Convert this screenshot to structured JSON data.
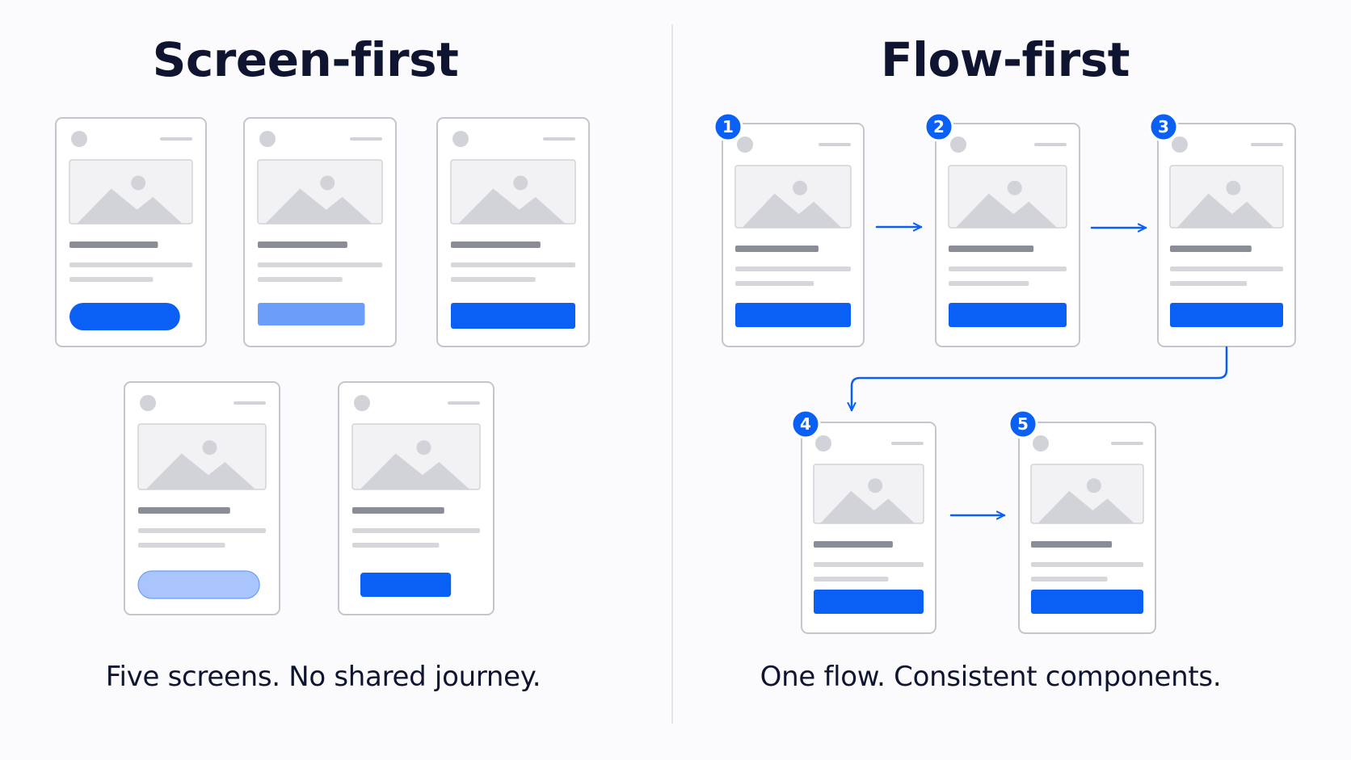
{
  "screen_first": {
    "title": "Screen-first",
    "caption": "Five screens. No shared journey.",
    "screens": [
      {
        "button_style": "pill"
      },
      {
        "button_style": "light-rect"
      },
      {
        "button_style": "solid-rect"
      },
      {
        "button_style": "pale-pill"
      },
      {
        "button_style": "small-rect"
      }
    ]
  },
  "flow_first": {
    "title": "Flow-first",
    "caption": "One flow. Consistent components.",
    "steps": [
      {
        "number": "1"
      },
      {
        "number": "2"
      },
      {
        "number": "3"
      },
      {
        "number": "4"
      },
      {
        "number": "5"
      }
    ]
  },
  "colors": {
    "ink": "#0f1530",
    "accent": "#0a5ff5",
    "accent_light": "#6a9ef8",
    "accent_pale": "#a9c5fb",
    "frame": "#c4c6cd",
    "placeholder": "#d2d3d8",
    "bar_dark": "#8a8d95",
    "bar_light": "#d6d7db"
  }
}
